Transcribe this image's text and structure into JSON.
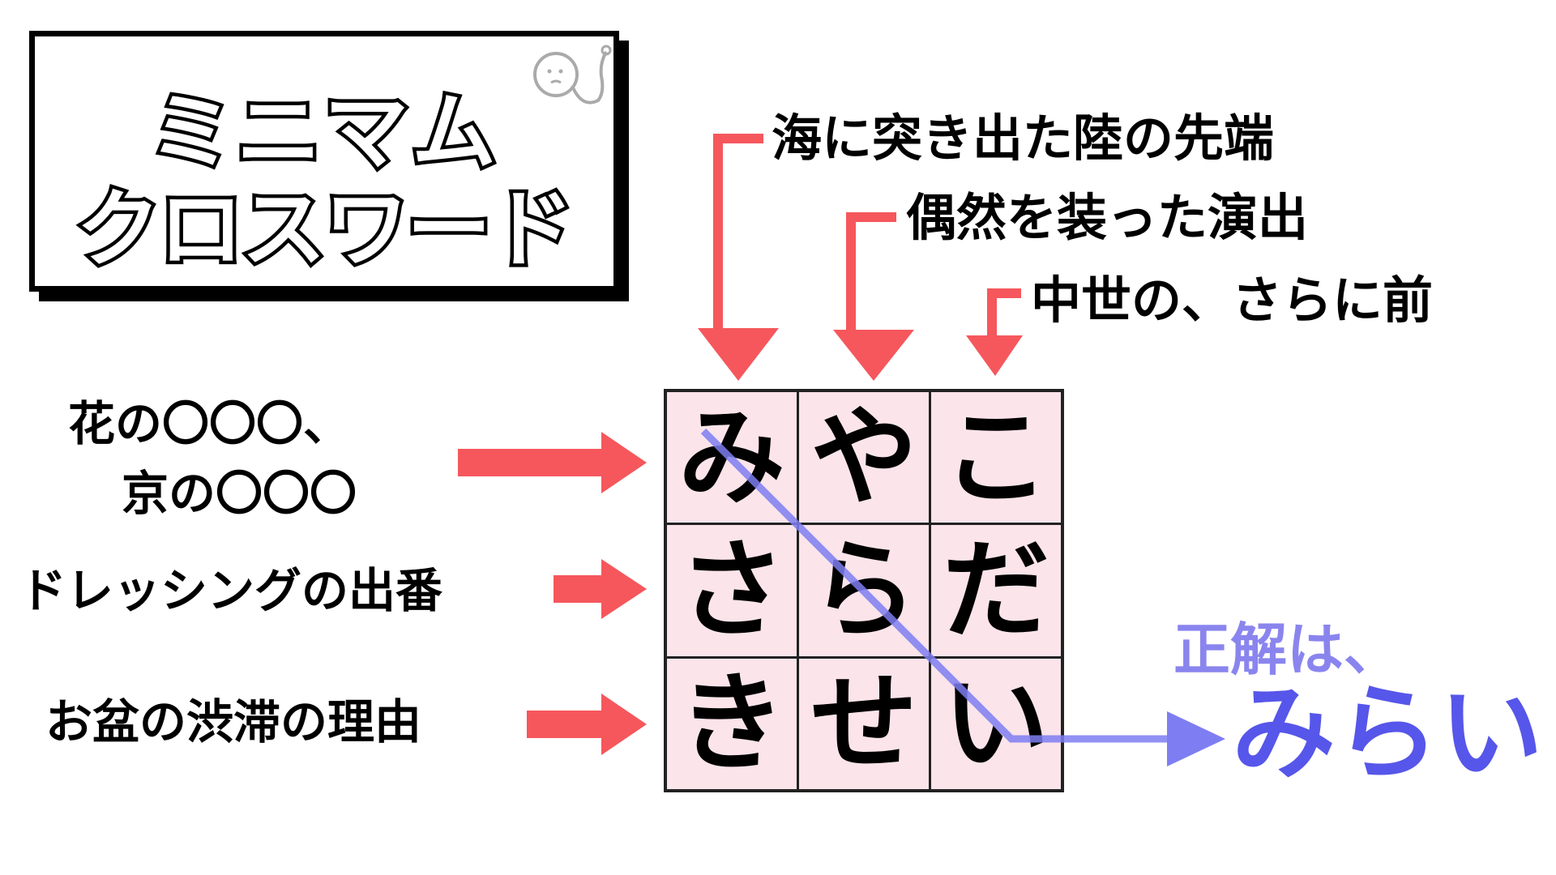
{
  "title": {
    "line1": "ミニマム",
    "line2": "クロスワード"
  },
  "down_clues": [
    "海に突き出た陸の先端",
    "偶然を装った演出",
    "中世の、さらに前"
  ],
  "across_clues": [
    {
      "line1": "花の〇〇〇、",
      "line2": "京の〇〇〇"
    },
    {
      "line1": "ドレッシングの出番"
    },
    {
      "line1": "お盆の渋滞の理由"
    }
  ],
  "grid": [
    [
      "み",
      "や",
      "こ"
    ],
    [
      "さ",
      "ら",
      "だ"
    ],
    [
      "き",
      "せ",
      "い"
    ]
  ],
  "answer": {
    "label": "正解は、",
    "value": "みらい"
  },
  "colors": {
    "clue_arrow": "#f5575c",
    "cell_bg": "#fbe4ea",
    "answer_line": "#7e7ef2",
    "answer_label": "#8a85ee",
    "answer_value": "#5656ea"
  }
}
